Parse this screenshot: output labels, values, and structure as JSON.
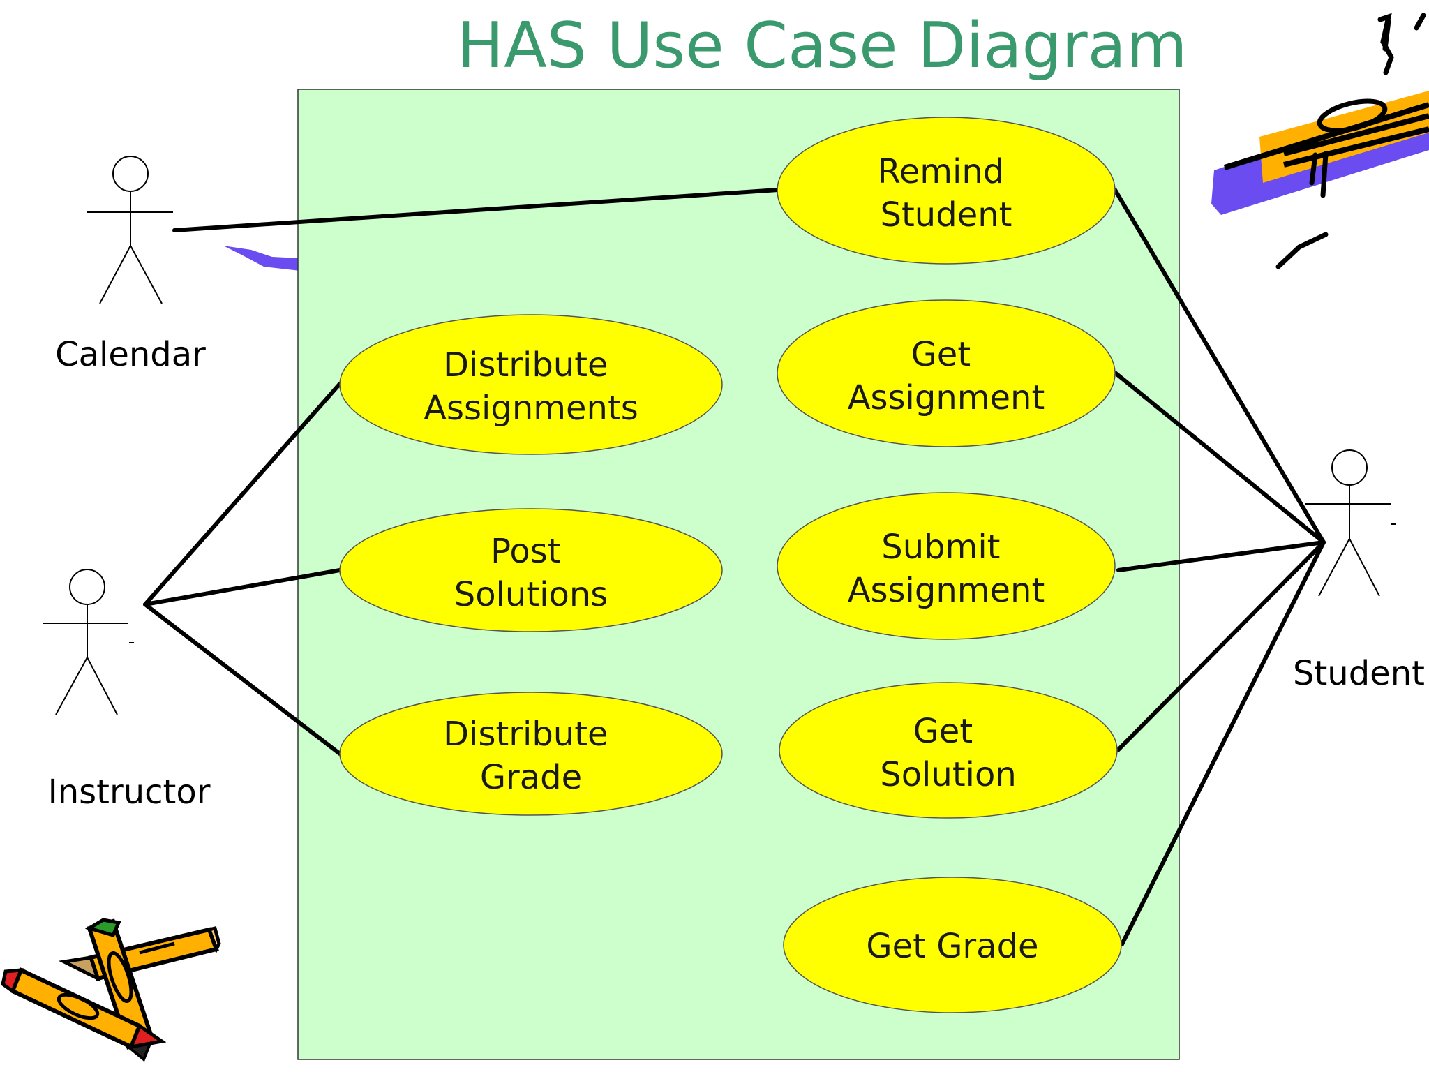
{
  "title": "HAS Use Case Diagram",
  "colors": {
    "title": "#3a9a6e",
    "system_fill": "#ccffcc",
    "usecase_fill": "#ffff00",
    "line": "#000000",
    "text": "#1a1a1a"
  },
  "actors": {
    "calendar": "Calendar",
    "instructor": "Instructor",
    "student": "Student"
  },
  "use_cases": {
    "remind_student": [
      "Remind",
      "Student"
    ],
    "distribute_assignments": [
      "Distribute",
      "Assignments"
    ],
    "get_assignment": [
      "Get",
      "Assignment"
    ],
    "post_solutions": [
      "Post",
      "Solutions"
    ],
    "submit_assignment": [
      "Submit",
      "Assignment"
    ],
    "distribute_grade": [
      "Distribute",
      "Grade"
    ],
    "get_solution": [
      "Get",
      "Solution"
    ],
    "get_grade": [
      "Get Grade"
    ]
  },
  "associations": [
    [
      "calendar",
      "remind_student"
    ],
    [
      "instructor",
      "distribute_assignments"
    ],
    [
      "instructor",
      "post_solutions"
    ],
    [
      "instructor",
      "distribute_grade"
    ],
    [
      "student",
      "remind_student"
    ],
    [
      "student",
      "get_assignment"
    ],
    [
      "student",
      "submit_assignment"
    ],
    [
      "student",
      "get_solution"
    ],
    [
      "student",
      "get_grade"
    ]
  ],
  "decorations": [
    "pencil-clipart-icon",
    "pencils-clipart-icon"
  ]
}
